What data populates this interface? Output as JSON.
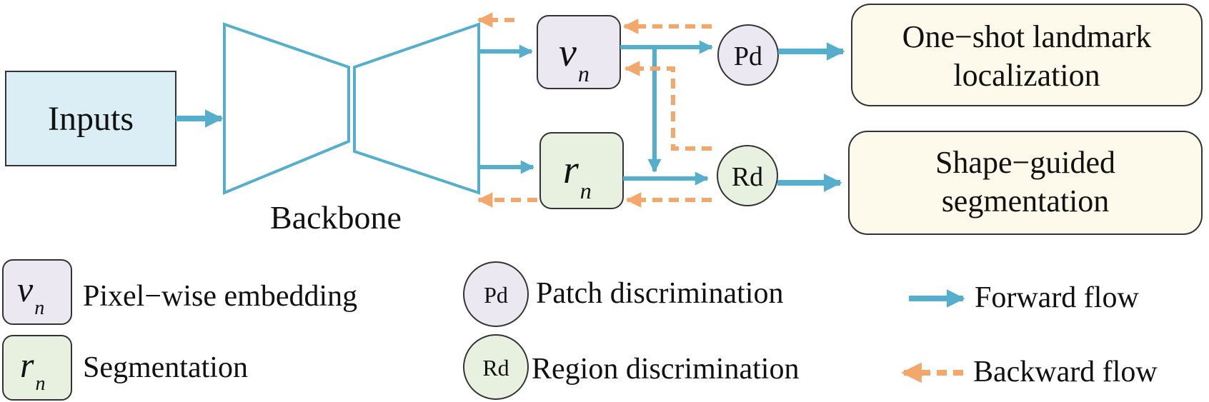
{
  "colors": {
    "forward": "#55AECB",
    "backward": "#F4A76B",
    "inputs_fill": "#DBEEF5",
    "embedding_fill": "#EBE8F2",
    "segmentation_fill": "#E8F0DF",
    "task_fill": "#FDFAEC",
    "stroke": "#333333"
  },
  "diagram": {
    "inputs_label": "Inputs",
    "backbone_label": "Backbone",
    "vn": {
      "symbol": "v",
      "subscript": "n"
    },
    "rn": {
      "symbol": "r",
      "subscript": "n"
    },
    "pd_label": "Pd",
    "rd_label": "Rd",
    "task_landmark": {
      "line1": "One−shot landmark",
      "line2": "localization"
    },
    "task_segmentation": {
      "line1": "Shape−guided",
      "line2": "segmentation"
    }
  },
  "legend": {
    "vn_desc": "Pixel−wise embedding",
    "rn_desc": "Segmentation",
    "pd_desc": "Patch discrimination",
    "rd_desc": "Region discrimination",
    "forward_desc": "Forward flow",
    "backward_desc": "Backward flow"
  }
}
